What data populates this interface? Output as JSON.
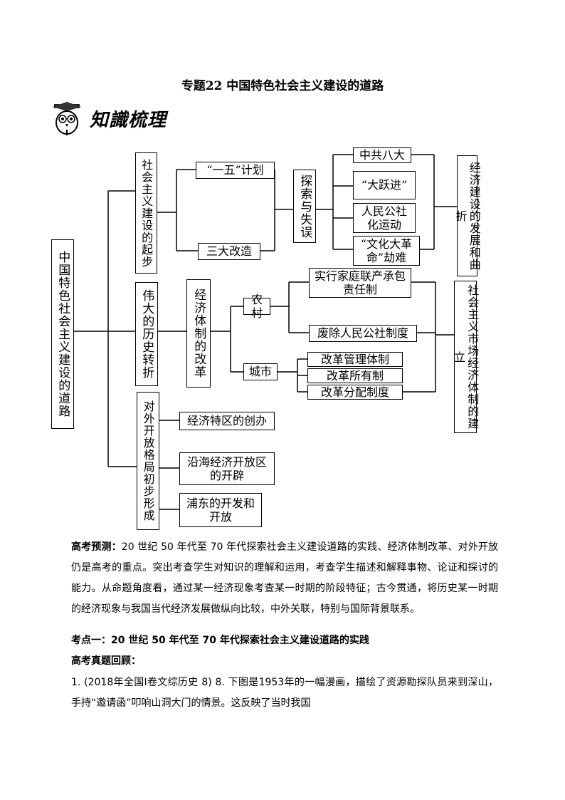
{
  "title": "专题22 中国特色社会主义建设的道路",
  "logo": {
    "text": "知識梳理",
    "icon": "owl-graduate-icon"
  },
  "map": {
    "root": "中国特色社会主义建设的道路",
    "branch_start": "社会主义建设的起步",
    "plan": "“一五”计划",
    "three": "三大改造",
    "explore": "探索与失误",
    "e1": "中共八大",
    "e2": "“大跃进”",
    "e3": "人民公社化运动",
    "e4": "“文化大革命”劫难",
    "econ_dev": "经济建设的发展和曲折",
    "turn": "伟大的历史转折",
    "reform": "经济体制的改革",
    "rural": "农村",
    "city": "城市",
    "r1": "实行家庭联产承包责任制",
    "r2": "废除人民公社制度",
    "c1": "改革管理体制",
    "c2": "改革所有制",
    "c3": "改革分配制度",
    "market": "社会主义市场经济体制的建立",
    "open": "对外开放格局初步形成",
    "o1": "经济特区的创办",
    "o2": "沿海经济开放区的开辟",
    "o3": "浦东的开发和开放"
  },
  "forecast": {
    "label": "高考预测：",
    "text": "20 世纪 50 年代至 70 年代探索社会主义建设道路的实践、经济体制改革、对外开放仍是高考的重点。突出考查学生对知识的理解和运用，考查学生描述和解释事物、论证和探讨的能力。从命题角度看，通过某一经济现象考查某一时期的阶段特征；古今贯通，将历史某一时期的经济现象与我国当代经济发展做纵向比较，中外关联，特别与国际背景联系。"
  },
  "point1": "考点一：20 世纪 50 年代至 70 年代探索社会主义建设道路的实践",
  "review": "高考真题回顾：",
  "q1": "1. (2018年全国Ⅰ卷文综历史 8) 8. 下图是1953年的一幅漫画，描绘了资源勘探队员来到深山，手持“邀请函”叩响山洞大门的情景。这反映了当时我国"
}
